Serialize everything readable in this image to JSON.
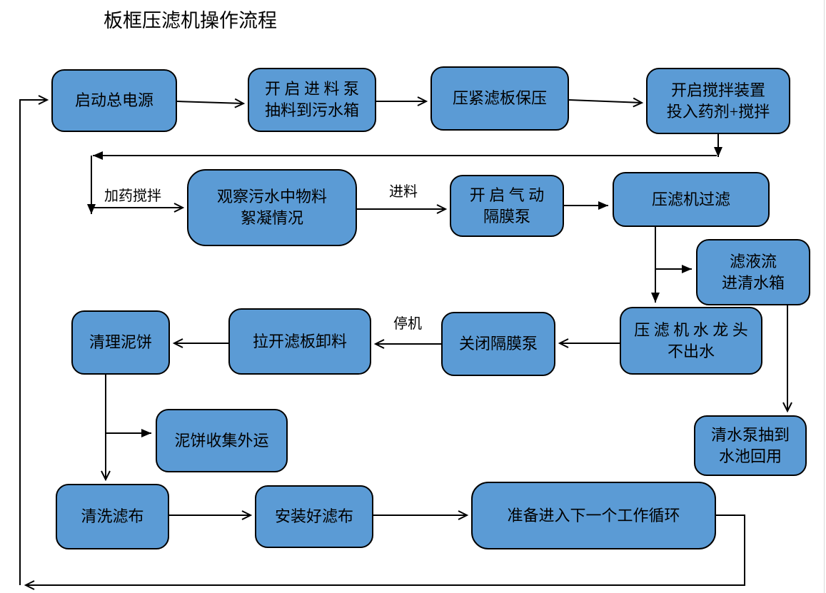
{
  "title": "板框压滤机操作流程",
  "colors": {
    "node_fill": "#5B9BD5",
    "node_border": "#000000",
    "line": "#000000",
    "text": "#000000",
    "background": "#FFFFFF"
  },
  "nodes": {
    "start_power": {
      "text": "启动总电源"
    },
    "feed_pump": {
      "text": "开 启 进 料 泵\n抽料到污水箱"
    },
    "press_plates": {
      "text": "压紧滤板保压"
    },
    "mixer": {
      "text": "开启搅拌装置\n投入药剂+搅拌"
    },
    "observe": {
      "text": "观察污水中物料\n絮凝情况"
    },
    "air_pump_on": {
      "text": "开 启 气 动\n隔膜泵"
    },
    "filter_press": {
      "text": "压滤机过滤"
    },
    "filtrate_tank": {
      "text": "滤液流\n进清水箱"
    },
    "tap_no_water": {
      "text": "压 滤 机 水 龙 头\n不出水"
    },
    "pump_off": {
      "text": "关闭隔膜泵"
    },
    "unload_plates": {
      "text": "拉开滤板卸料"
    },
    "clean_cake": {
      "text": "清理泥饼"
    },
    "cake_transport": {
      "text": "泥饼收集外运"
    },
    "water_reuse": {
      "text": "清水泵抽到\n水池回用"
    },
    "wash_cloth": {
      "text": "清洗滤布"
    },
    "install_cloth": {
      "text": "安装好滤布"
    },
    "next_cycle": {
      "text": "准备进入下一个工作循环"
    }
  },
  "edge_labels": {
    "dose_stir": "加药搅拌",
    "feed": "进料",
    "stop": "停机"
  }
}
